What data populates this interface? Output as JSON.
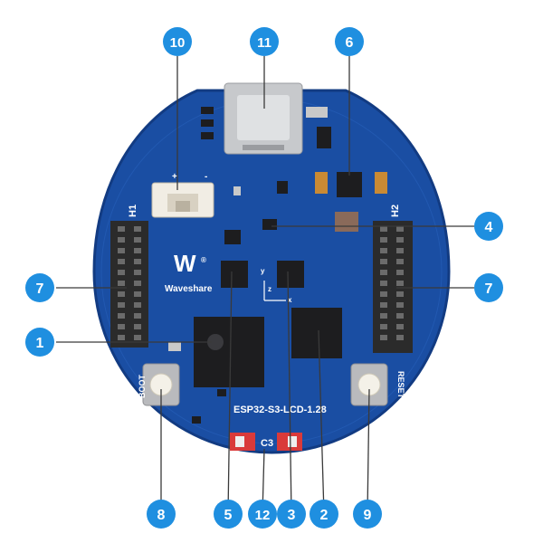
{
  "colors": {
    "board": "#1a4ea3",
    "board_edge": "#123b82",
    "callout": "#1f8fe0",
    "leader": "#3a3a3a",
    "header": "#2b2b2b",
    "chip": "#1d1d1f",
    "usb": "#c7c9cc"
  },
  "silkscreen": {
    "board_name": "ESP32-S3-LCD-1.28",
    "brand": "Waveshare",
    "h1": "H1",
    "h2": "H2",
    "boot": "BOOT",
    "reset": "RESET",
    "c3": "C3",
    "plus": "+",
    "minus": "-",
    "axis_x": "x",
    "axis_z": "z",
    "axis_y": "y",
    "reg": "®"
  },
  "callouts": [
    "1",
    "2",
    "3",
    "4",
    "5",
    "6",
    "7",
    "8",
    "9",
    "10",
    "11",
    "12"
  ]
}
